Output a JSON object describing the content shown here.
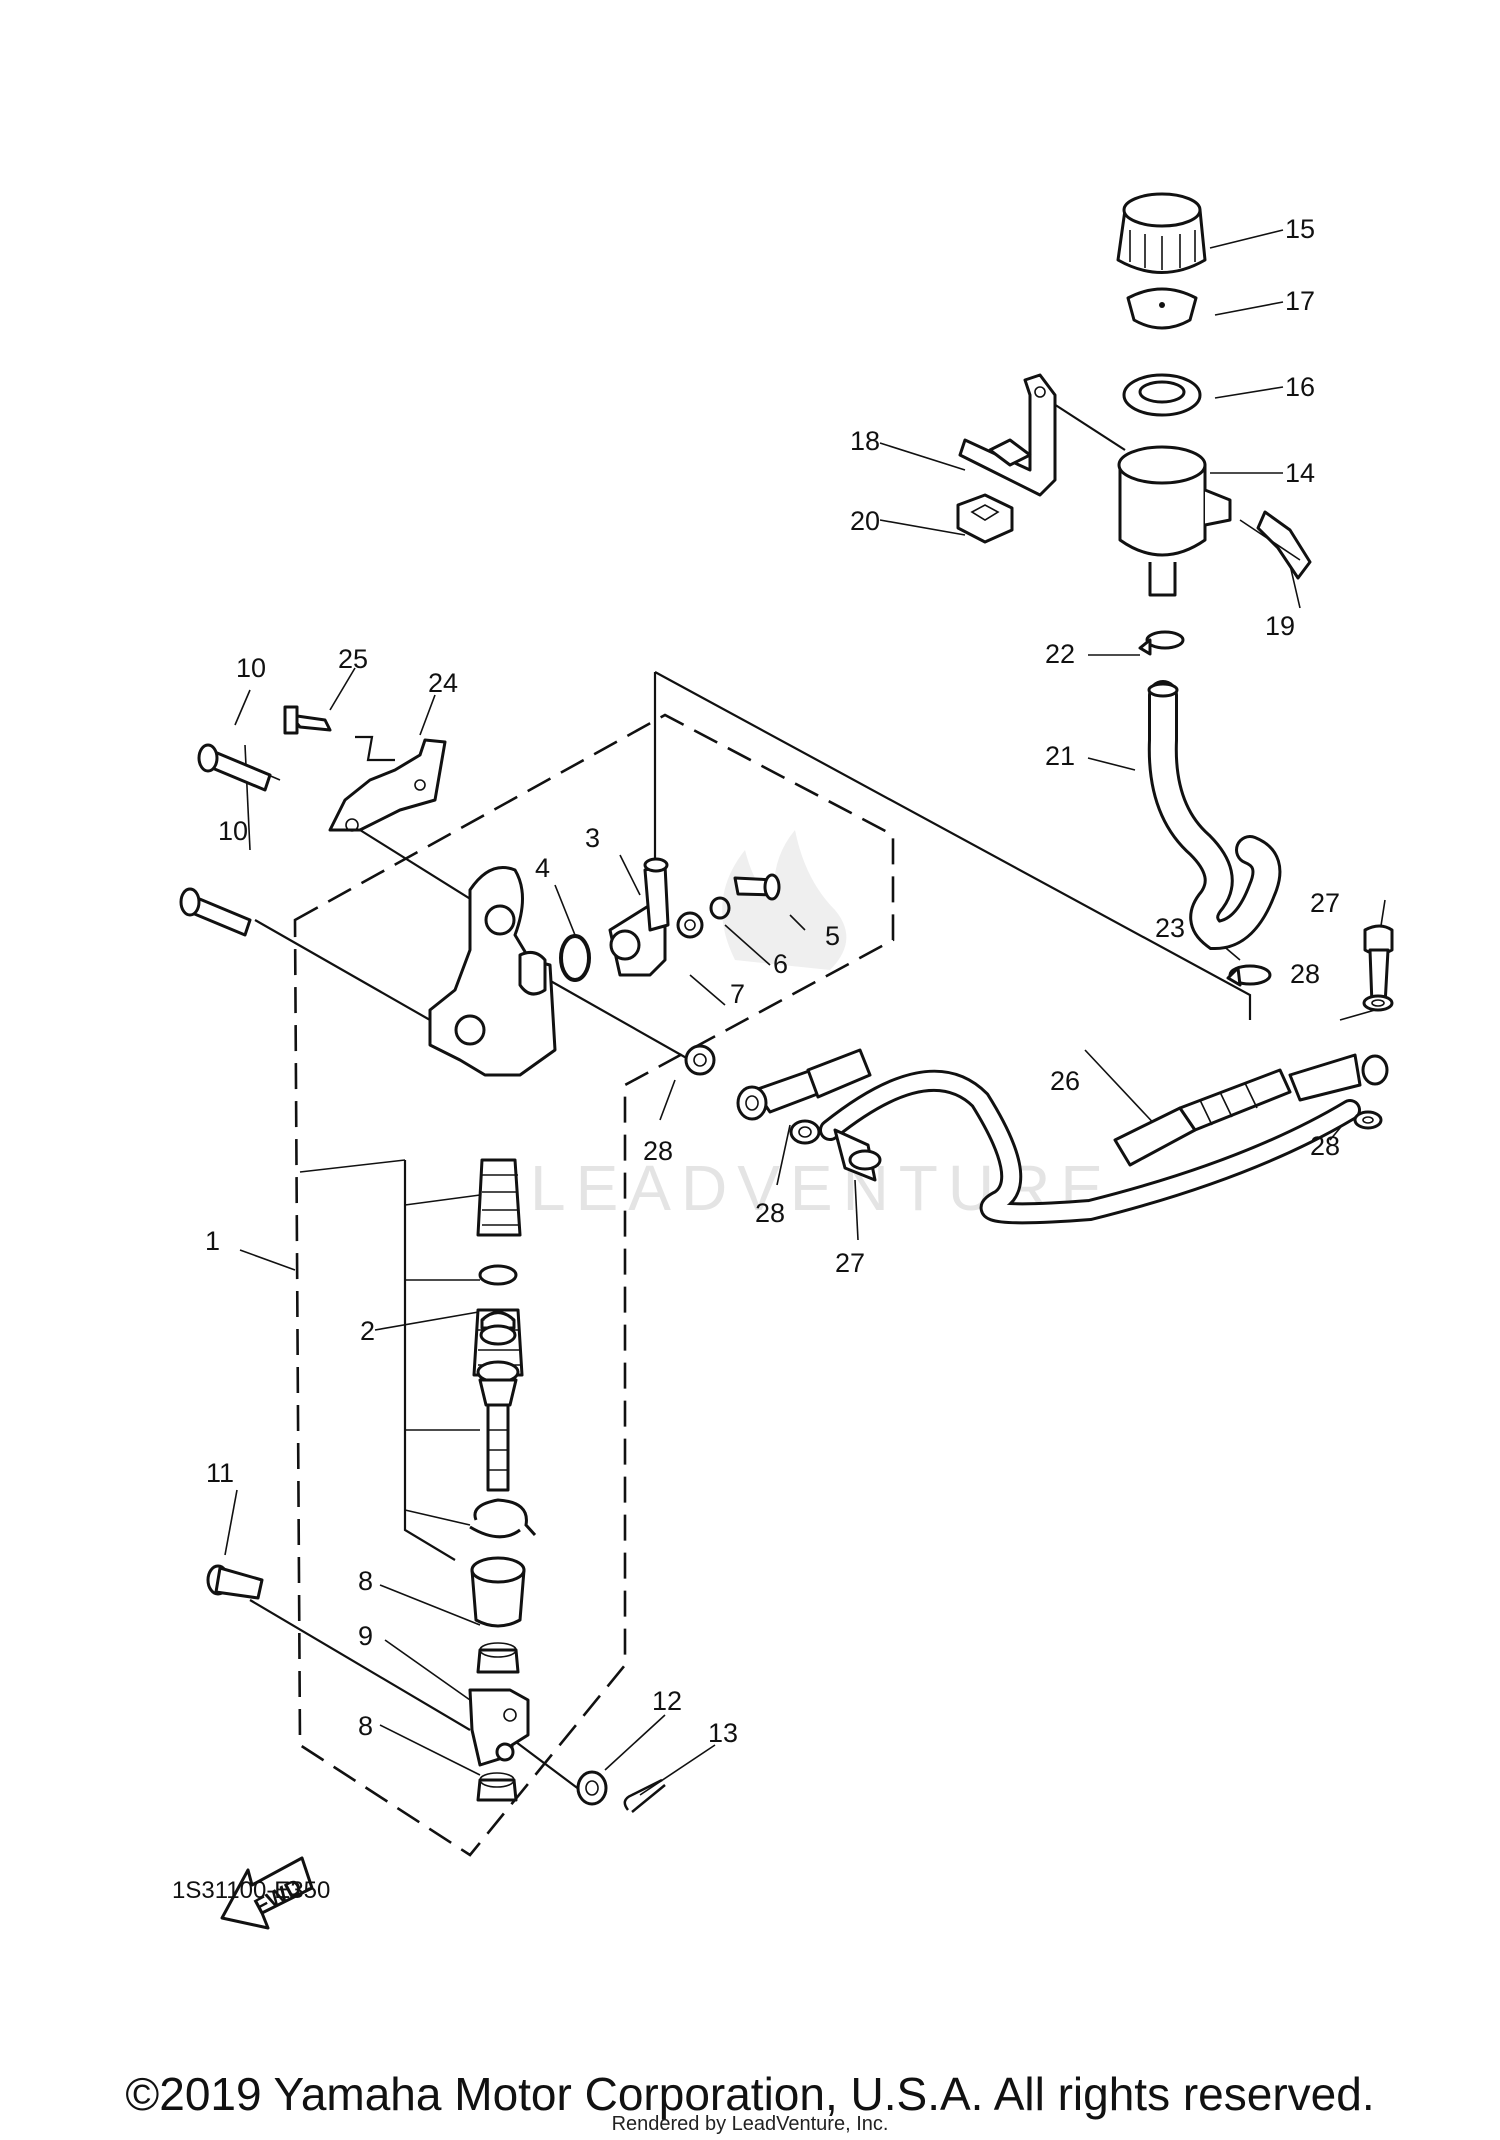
{
  "diagram": {
    "code": "1S31100-E350",
    "direction_label": "FWD",
    "callouts": [
      "1",
      "2",
      "3",
      "4",
      "5",
      "6",
      "7",
      "8",
      "9",
      "10",
      "11",
      "12",
      "13",
      "14",
      "15",
      "16",
      "17",
      "18",
      "19",
      "20",
      "21",
      "22",
      "23",
      "24",
      "25",
      "26",
      "27",
      "28"
    ]
  },
  "watermark": {
    "text": "LEADVENTURE"
  },
  "footer": {
    "copyright": "©2019 Yamaha Motor Corporation, U.S.A. All rights reserved.",
    "rendered_by": "Rendered by LeadVenture, Inc."
  }
}
